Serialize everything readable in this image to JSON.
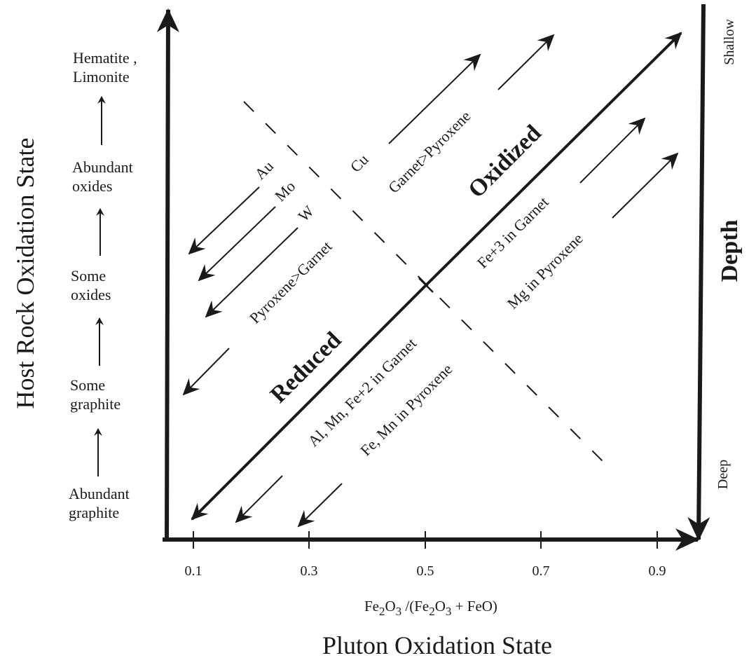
{
  "diagram": {
    "type": "skarn oxidation-state diagram",
    "y_axis": {
      "title": "Host Rock Oxidation State",
      "levels": [
        {
          "line1": "Abundant",
          "line2": "graphite"
        },
        {
          "line1": "Some",
          "line2": "graphite"
        },
        {
          "line1": "Some",
          "line2": "oxides"
        },
        {
          "line1": "Abundant",
          "line2": "oxides"
        },
        {
          "line1": "Hematite ,",
          "line2": "Limonite"
        }
      ]
    },
    "x_axis": {
      "title": "Pluton Oxidation State",
      "formula": {
        "a": "Fe",
        "a_sub": "2",
        "b": "O",
        "b_sub": "3",
        "c": " /(Fe",
        "c_sub": "2",
        "d": "O",
        "d_sub": "3",
        "e": " + FeO)"
      },
      "ticks": [
        "0.1",
        "0.3",
        "0.5",
        "0.7",
        "0.9"
      ]
    },
    "depth_axis": {
      "title": "Depth",
      "top": "Shallow",
      "bottom": "Deep"
    },
    "regions": {
      "reduced": "Reduced",
      "oxidized": "Oxidized"
    },
    "reduced_side": {
      "metals": [
        "Au",
        "Mo",
        "W"
      ],
      "mineralogy": "Pyroxene>Garnet",
      "garnet_composition": "Al, Mn, Fe+2  in Garnet",
      "pyroxene_composition": "Fe, Mn in Pyroxene"
    },
    "oxidized_side": {
      "metals": [
        "Cu"
      ],
      "mineralogy": "Garnet>Pyroxene",
      "garnet_composition": "Fe+3  in Garnet",
      "pyroxene_composition": "Mg in Pyroxene"
    }
  }
}
